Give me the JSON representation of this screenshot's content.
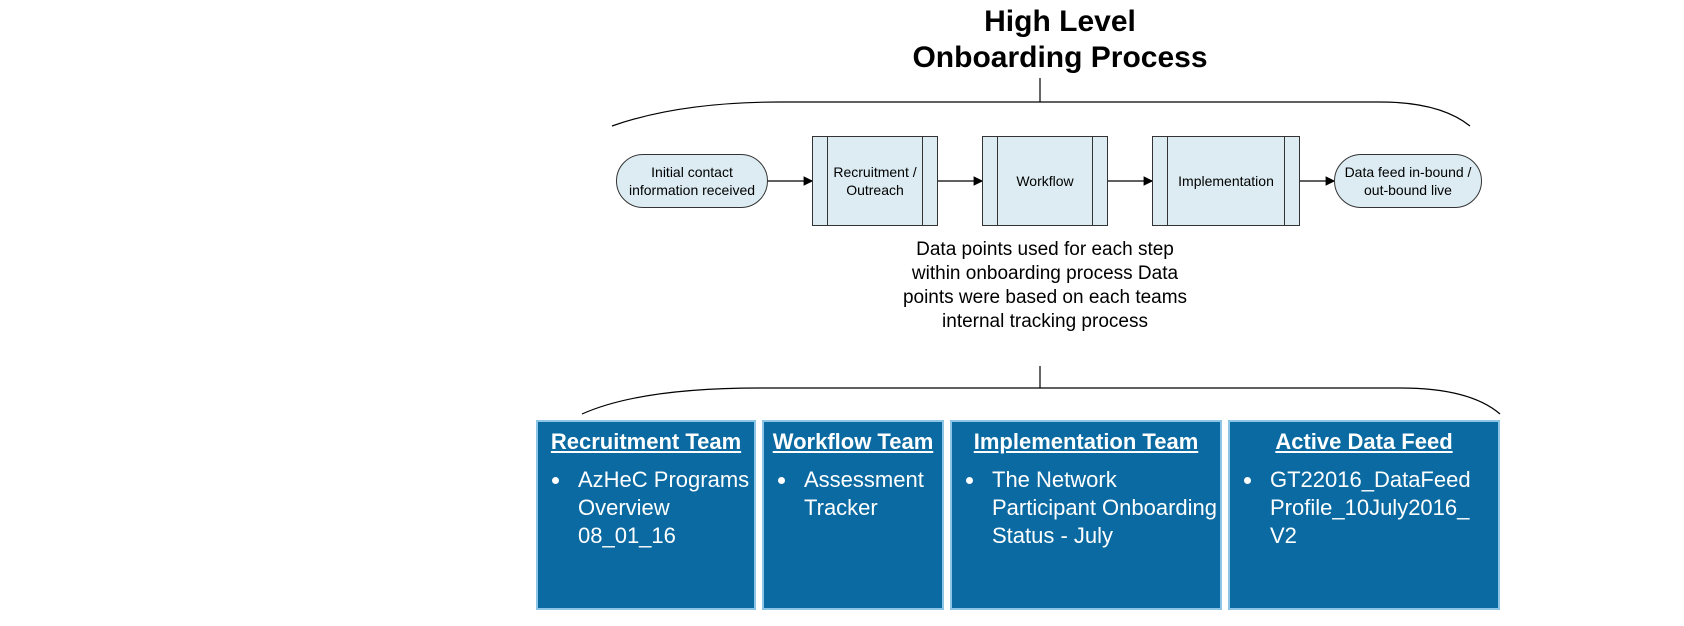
{
  "title": {
    "line1": "High Level",
    "line2": "Onboarding Process"
  },
  "flow": {
    "start": "Initial contact information received",
    "step1": "Recruitment / Outreach",
    "step2": "Workflow",
    "step3": "Implementation",
    "end": "Data feed in-bound / out-bound live"
  },
  "note": "Data points used for each step within onboarding process Data points were based on each teams internal tracking process",
  "teams": [
    {
      "heading": "Recruitment Team",
      "item": "AzHeC Programs Overview 08_01_16"
    },
    {
      "heading": "Workflow Team",
      "item": "Assessment Tracker"
    },
    {
      "heading": "Implementation Team",
      "item": "The Network Participant Onboarding Status - July"
    },
    {
      "heading": "Active Data Feed",
      "item": "GT22016_DataFeed Profile_10July2016_ V2"
    }
  ],
  "colors": {
    "box_fill": "#0a6aa1",
    "shape_fill": "#dcecf2"
  }
}
